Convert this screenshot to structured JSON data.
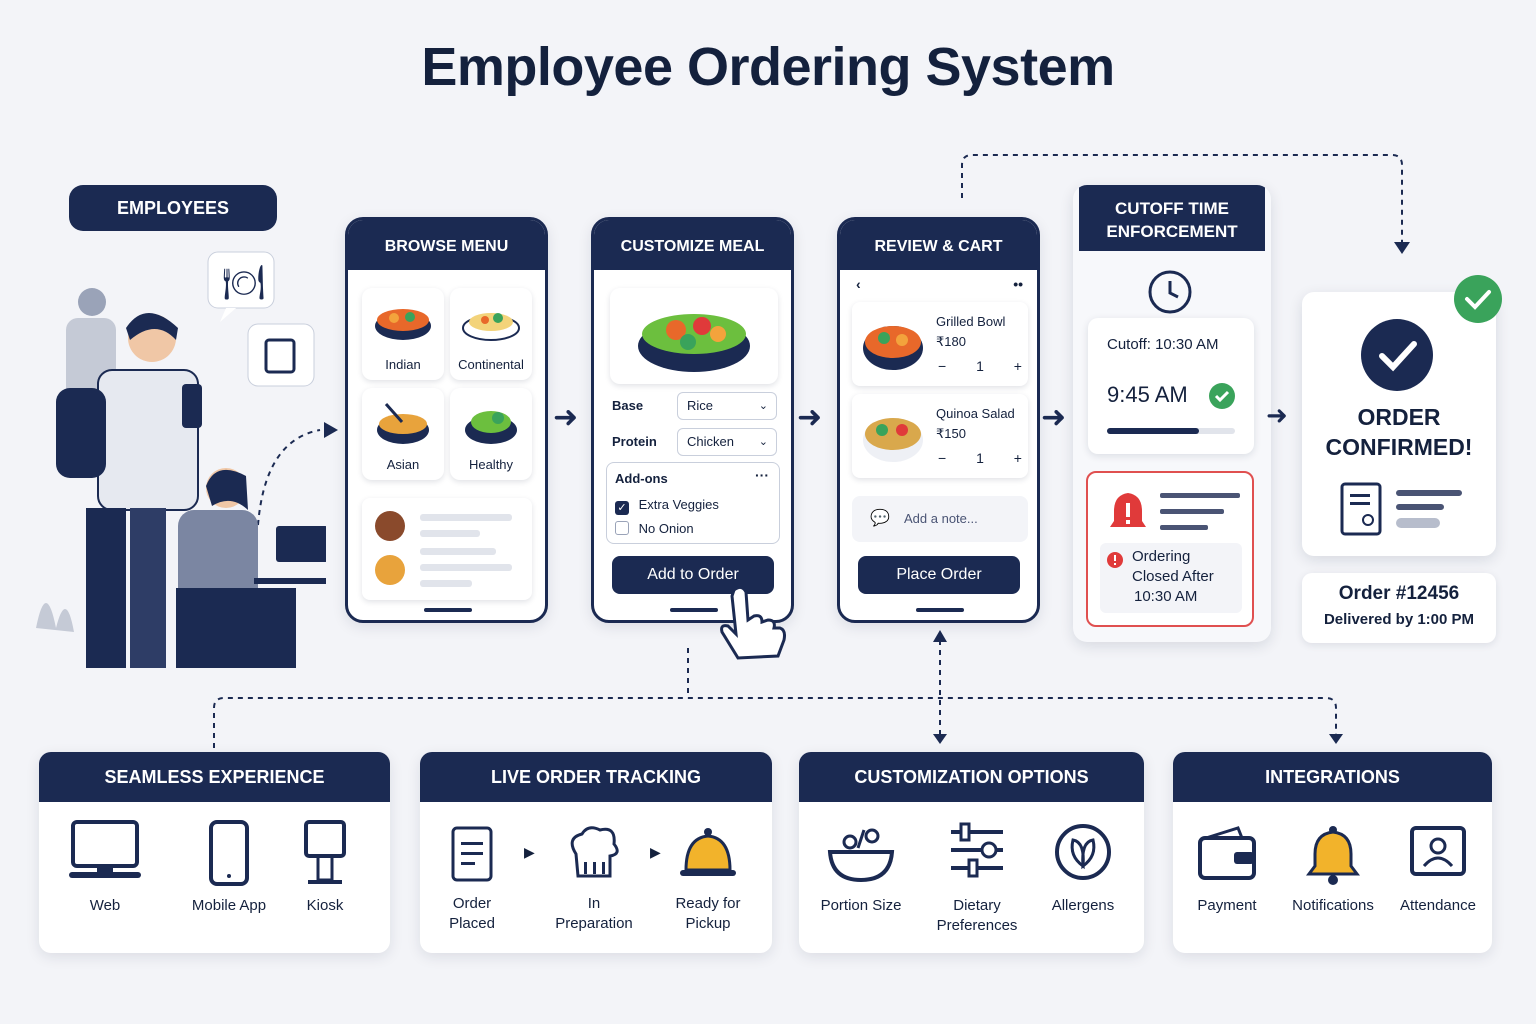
{
  "title": "Employee Ordering System",
  "employees_label": "EMPLOYEES",
  "steps": {
    "browse": {
      "title": "BROWSE MENU",
      "categories": [
        "Indian",
        "Continental",
        "Asian",
        "Healthy"
      ]
    },
    "customize": {
      "title": "CUSTOMIZE MEAL",
      "base_label": "Base",
      "base_value": "Rice",
      "protein_label": "Protein",
      "protein_value": "Chicken",
      "addons_label": "Add-ons",
      "addons": [
        {
          "label": "Extra Veggies",
          "checked": true
        },
        {
          "label": "No Onion",
          "checked": false
        }
      ],
      "button": "Add to Order"
    },
    "review": {
      "title": "REVIEW & CART",
      "items": [
        {
          "name": "Grilled Bowl",
          "price": "₹180",
          "qty": "1"
        },
        {
          "name": "Quinoa Salad",
          "price": "₹150",
          "qty": "1"
        }
      ],
      "note_placeholder": "Add a note...",
      "button": "Place Order"
    },
    "cutoff": {
      "title_line1": "CUTOFF TIME",
      "title_line2": "ENFORCEMENT",
      "cutoff_text": "Cutoff: 10:30 AM",
      "current_time": "9:45 AM",
      "progress": 0.72,
      "alert_line1": "Ordering",
      "alert_line2": "Closed After",
      "alert_line3": "10:30 AM"
    },
    "confirmed": {
      "line1": "ORDER",
      "line2": "CONFIRMED!",
      "order_number": "Order #12456",
      "delivery": "Delivered by 1:00 PM"
    }
  },
  "features": [
    {
      "title": "SEAMLESS EXPERIENCE",
      "items": [
        {
          "label": "Web"
        },
        {
          "label": "Mobile App"
        },
        {
          "label": "Kiosk"
        }
      ]
    },
    {
      "title": "LIVE ORDER TRACKING",
      "items": [
        {
          "label": "Order Placed"
        },
        {
          "label": "In Preparation"
        },
        {
          "label": "Ready for Pickup"
        }
      ]
    },
    {
      "title": "CUSTOMIZATION OPTIONS",
      "items": [
        {
          "label": "Portion Size"
        },
        {
          "label": "Dietary Preferences"
        },
        {
          "label": "Allergens"
        }
      ]
    },
    {
      "title": "INTEGRATIONS",
      "items": [
        {
          "label": "Payment"
        },
        {
          "label": "Notifications"
        },
        {
          "label": "Attendance"
        }
      ]
    }
  ],
  "colors": {
    "navy": "#1b2a52",
    "green": "#3aa35b",
    "red": "#e03a3a",
    "bell": "#f2b32b",
    "background": "#f3f4f8"
  }
}
